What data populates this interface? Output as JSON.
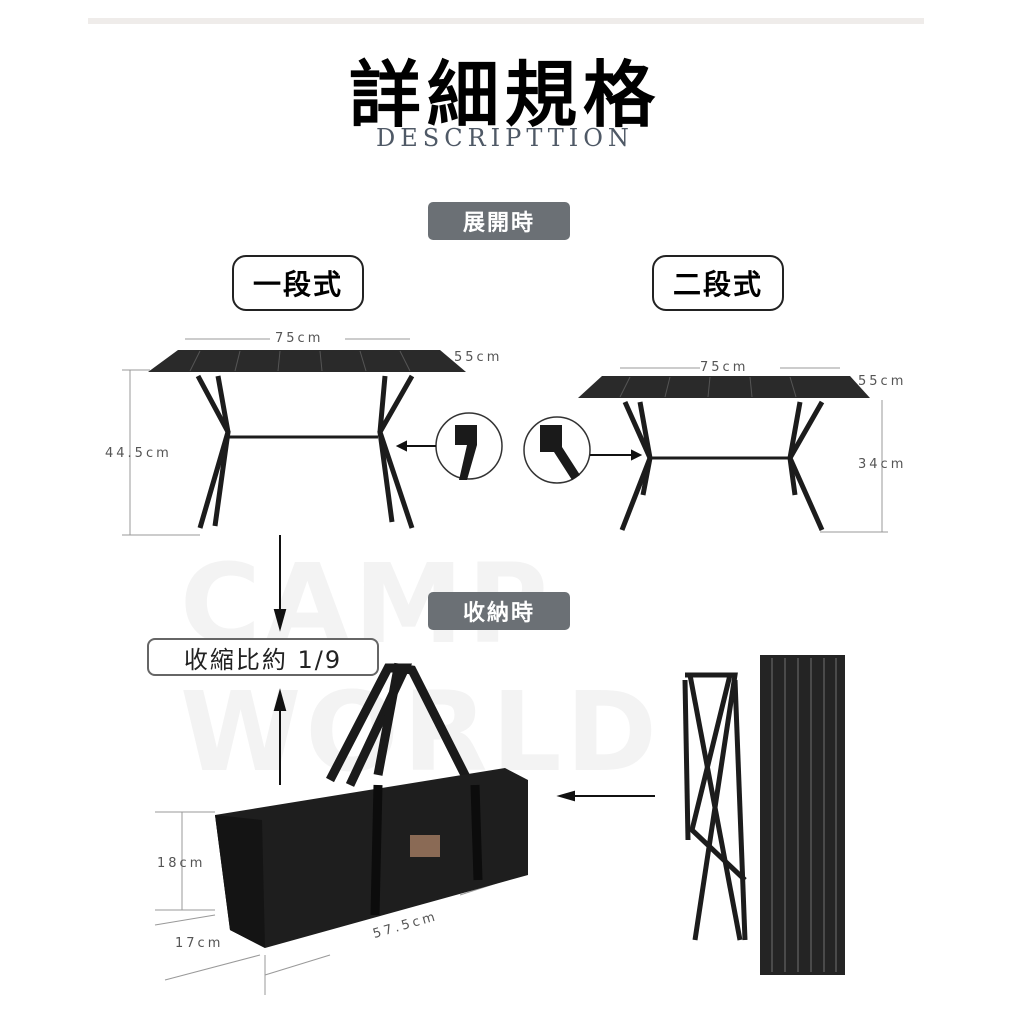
{
  "header": {
    "title": "詳細規格",
    "subtitle": "DESCRIPTTION"
  },
  "watermark": "CAMP WORLD",
  "sections": {
    "expanded_label": "展開時",
    "stored_label": "收納時"
  },
  "modes": {
    "one_stage": {
      "label": "一段式",
      "width": "75cm",
      "depth": "55cm",
      "height": "44.5cm"
    },
    "two_stage": {
      "label": "二段式",
      "width": "75cm",
      "depth": "55cm",
      "height": "34cm"
    }
  },
  "storage": {
    "ratio_label": "收縮比約 1/9",
    "bag_height": "18cm",
    "bag_depth": "17cm",
    "bag_length": "57.5cm"
  },
  "colors": {
    "pill": "#6b7075",
    "subtitle": "#4f5966",
    "product": "#1c1c1c"
  }
}
